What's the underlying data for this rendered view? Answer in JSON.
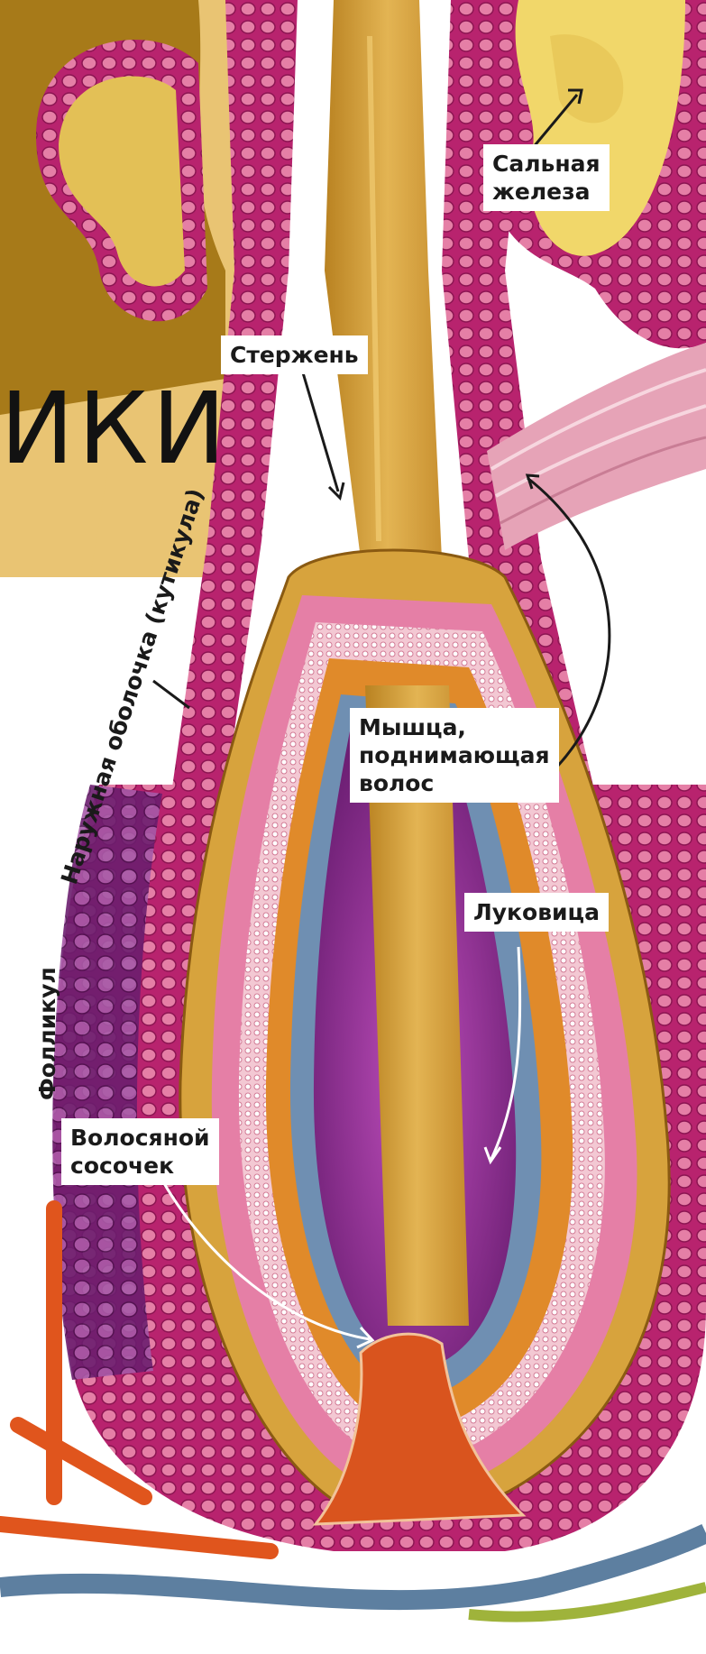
{
  "diagram": {
    "title_fragment": "ИКИ",
    "labels": {
      "sebaceous_gland": [
        "Сальная",
        "железа"
      ],
      "shaft": "Стержень",
      "outer_sheath": "Наружная оболочка (кутикула)",
      "muscle": [
        "Мышца,",
        "поднимающая",
        "волос"
      ],
      "bulb": "Луковица",
      "follicle": "Фолликул",
      "papilla": [
        "Волосяной",
        "сосочек"
      ]
    },
    "colors": {
      "tissue_magenta": "#b8236e",
      "tissue_pink": "#e57fa6",
      "gland_yellow": "#e9c95a",
      "gland_light": "#f1d76a",
      "shaft_ochre": "#d7a33d",
      "bulb_purple": "#8d2a8a",
      "sheath_blue": "#6f8fb2",
      "papilla_orange": "#d9541e",
      "muscle_pink": "#e6a3b7",
      "title_panel": "#e9c473",
      "title_dark": "#a77a19"
    }
  }
}
